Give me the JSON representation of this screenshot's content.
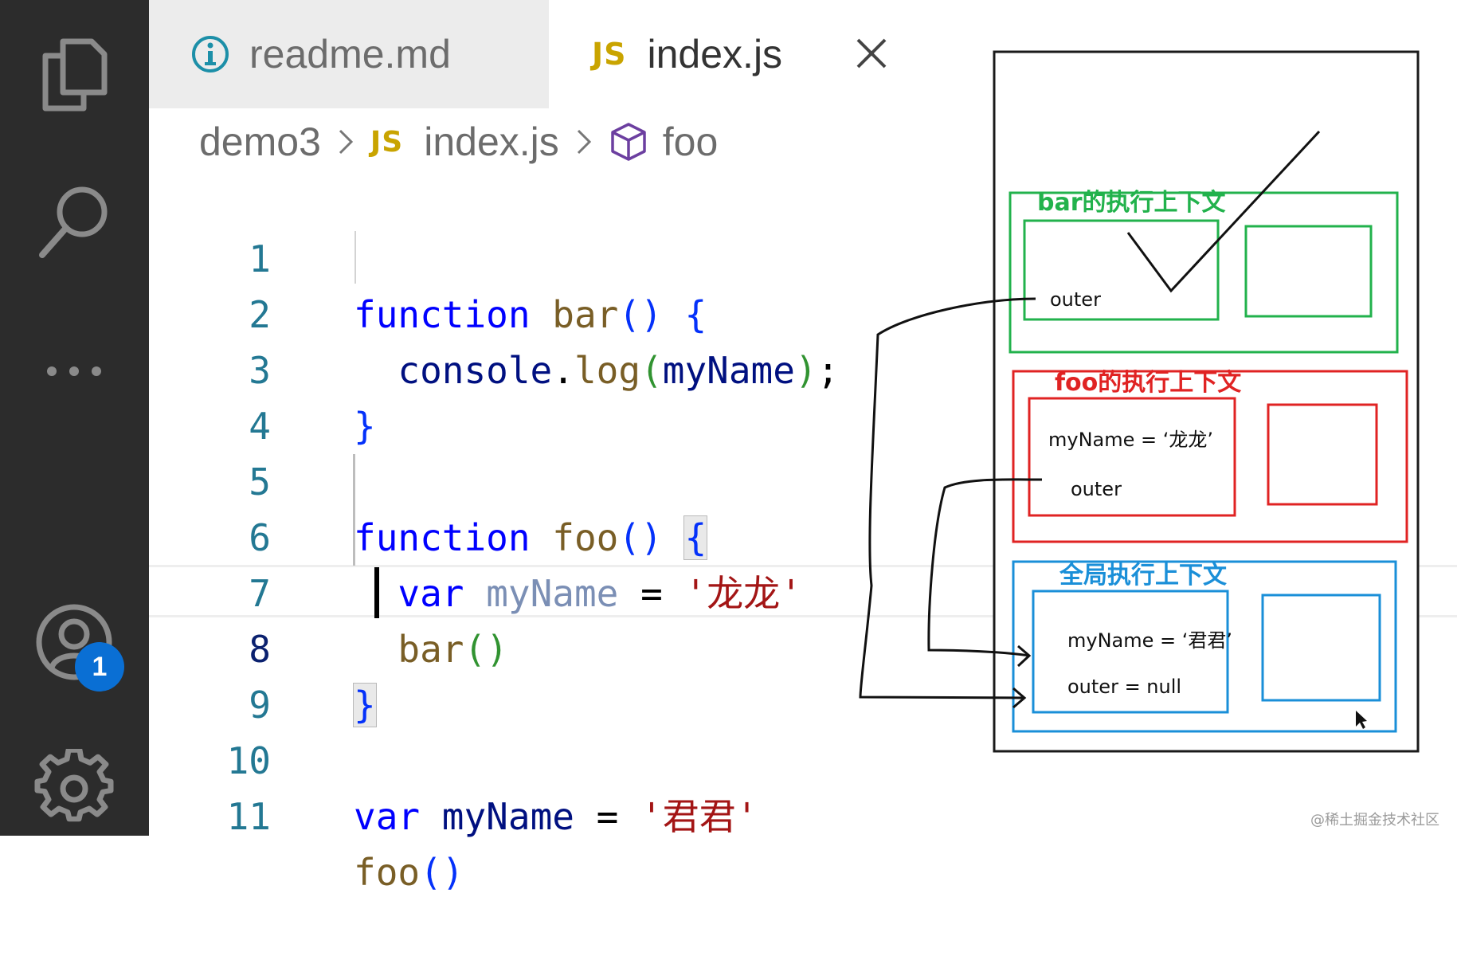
{
  "tabs": [
    {
      "label": "readme.md",
      "icon": "info-icon",
      "active": false
    },
    {
      "label": "index.js",
      "icon": "js-file-icon",
      "active": true
    }
  ],
  "js_icon_text": "JS",
  "breadcrumb": {
    "folder": "demo3",
    "file": "index.js",
    "symbol": "foo"
  },
  "badge_count": "1",
  "code": {
    "line_numbers": [
      "1",
      "2",
      "3",
      "4",
      "5",
      "6",
      "7",
      "8",
      "9",
      "10",
      "11"
    ],
    "lines": [
      "function bar() {",
      "  console.log(myName);",
      "}",
      "",
      "function foo() {",
      "  var myName = '龙龙'",
      "  bar()",
      "}",
      "",
      "var myName = '君君'",
      "foo()"
    ],
    "current_line": "8",
    "tokens": {
      "function_kw": "function",
      "bar_name": "bar",
      "foo_name": "foo",
      "parens": "()",
      "open_brace": "{",
      "close_brace": "}",
      "console": "console",
      "dot": ".",
      "log": "log",
      "open_paren": "(",
      "close_paren": ")",
      "myName": "myName",
      "semicolon": ";",
      "var_kw": "var",
      "equals": "=",
      "str_longlong": "'龙龙'",
      "str_junjun": "'君君'"
    }
  },
  "diagram": {
    "bar_context": {
      "title": "bar的执行上下文",
      "outer": "outer",
      "color": "#22b24c"
    },
    "foo_context": {
      "title": "foo的执行上下文",
      "my_name": "myName = ‘龙龙’",
      "outer": "outer",
      "color": "#e02323"
    },
    "global_context": {
      "title": "全局执行上下文",
      "my_name": "myName = ‘君君’",
      "outer": "outer = null",
      "color": "#1a8fd8"
    }
  },
  "watermark": "@稀土掘金技术社区",
  "colors": {
    "activity_bar": "#2c2c2c",
    "badge": "#0a6fd4",
    "tab_inactive": "#ececec"
  }
}
